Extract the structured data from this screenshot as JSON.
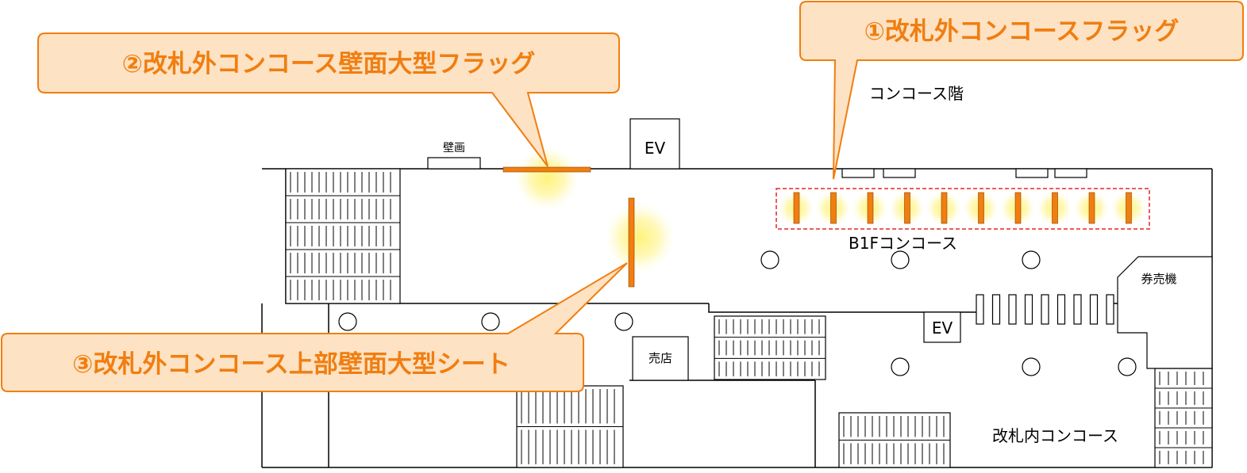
{
  "callouts": {
    "c1": "①改札外コンコースフラッグ",
    "c2": "②改札外コンコース壁面大型フラッグ",
    "c3": "③改札外コンコース上部壁面大型シート"
  },
  "labels": {
    "concourse_floor": "コンコース階",
    "b1f_concourse": "B1Fコンコース",
    "mural": "壁画",
    "ev_top": "EV",
    "ev_mid": "EV",
    "kiosk": "売店",
    "ticket_machine": "券売機",
    "inside_gate_concourse": "改札内コンコース"
  },
  "colors": {
    "callout_fill": "#FDE2C4",
    "callout_stroke": "#F07E10",
    "callout_text": "#F07E10",
    "flag_fill": "#F07E10",
    "glow": "#FFF27A",
    "dashed_box": "#E5262A",
    "line": "#000000"
  },
  "flags_row_count_shown": 10
}
